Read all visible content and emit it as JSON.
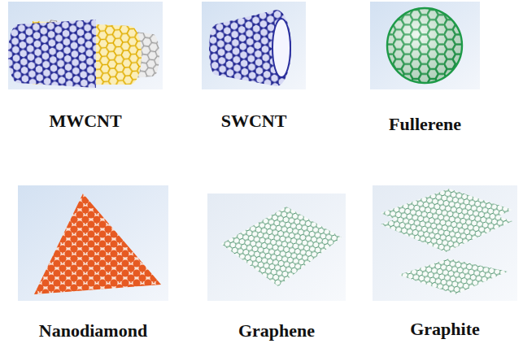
{
  "diagram": {
    "nodes": [
      {
        "text": [
          "MWCNT"
        ]
      },
      {
        "text": [
          "SWCNT"
        ]
      },
      {
        "text": [
          "Fullerene"
        ]
      },
      {
        "text": [
          "Nanodiamond"
        ]
      },
      {
        "text": [
          "Graphene"
        ]
      },
      {
        "text": [
          "Graphite"
        ]
      }
    ]
  }
}
